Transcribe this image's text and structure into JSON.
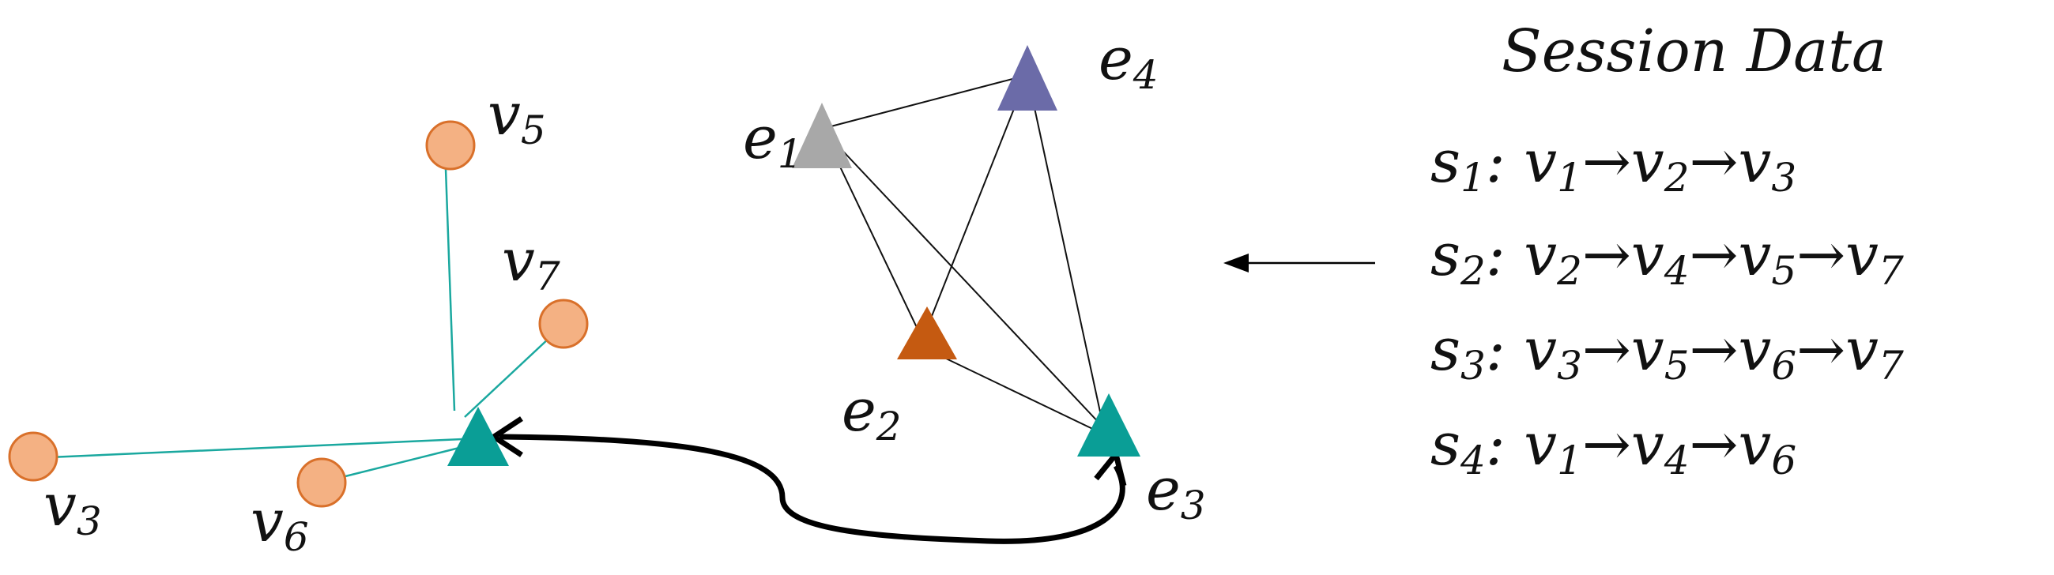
{
  "graph": {
    "nodes": [
      {
        "id": "v5",
        "base": "v",
        "sub": "5"
      },
      {
        "id": "v7",
        "base": "v",
        "sub": "7"
      },
      {
        "id": "v3",
        "base": "v",
        "sub": "3"
      },
      {
        "id": "v6",
        "base": "v",
        "sub": "6"
      }
    ],
    "entities": [
      {
        "id": "e1",
        "base": "e",
        "sub": "1",
        "color": "#a8a8a8"
      },
      {
        "id": "e2",
        "base": "e",
        "sub": "2",
        "color": "#c55a11"
      },
      {
        "id": "e3",
        "base": "e",
        "sub": "3",
        "color": "#0a9e96"
      },
      {
        "id": "e4",
        "base": "e",
        "sub": "4",
        "color": "#6b6ba8"
      }
    ],
    "hub": {
      "color": "#0a9e96"
    },
    "node_color": "#f4b183",
    "node_stroke": "#d9702a",
    "teal": "#1aa89f"
  },
  "session": {
    "title": "Session Data",
    "rows": [
      {
        "sid": "1",
        "items": [
          "1",
          "2",
          "3"
        ]
      },
      {
        "sid": "2",
        "items": [
          "2",
          "4",
          "5",
          "7"
        ]
      },
      {
        "sid": "3",
        "items": [
          "3",
          "5",
          "6",
          "7"
        ]
      },
      {
        "sid": "4",
        "items": [
          "1",
          "4",
          "6"
        ]
      }
    ]
  }
}
